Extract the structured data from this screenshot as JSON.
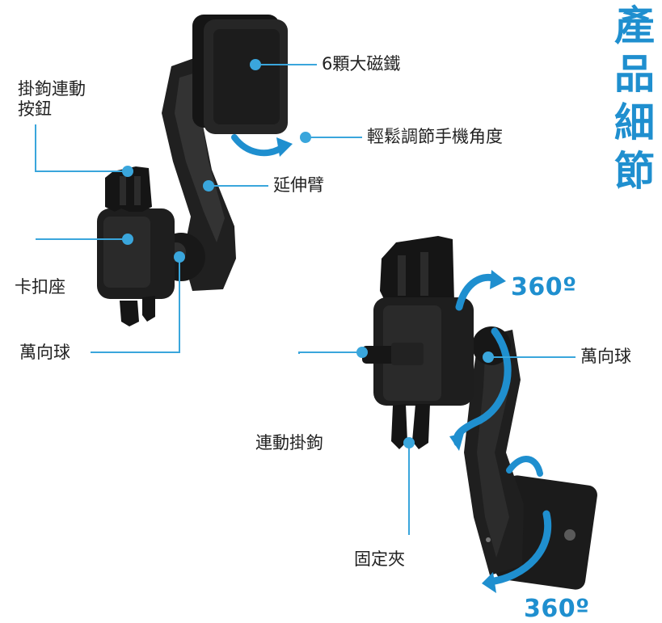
{
  "title": {
    "chars": [
      "產",
      "品",
      "細",
      "節"
    ]
  },
  "colors": {
    "accent": "#1f8fcf",
    "leader_line": "#3aa6dc",
    "product_body": "#1c1c1c",
    "text": "#222222"
  },
  "top_view": {
    "labels": {
      "magnets": "6顆大磁鐵",
      "angle_adjust": "輕鬆調節手機角度",
      "extension_arm": "延伸臂",
      "hook_button": "掛鉤連動\n按鈕",
      "clip_base": "卡扣座",
      "ball_joint": "萬向球"
    }
  },
  "bottom_view": {
    "labels": {
      "rotation_top": "360º",
      "rotation_bottom": "360º",
      "ball_joint": "萬向球",
      "linked_hook": "連動掛鉤",
      "fixed_clip": "固定夾"
    }
  }
}
